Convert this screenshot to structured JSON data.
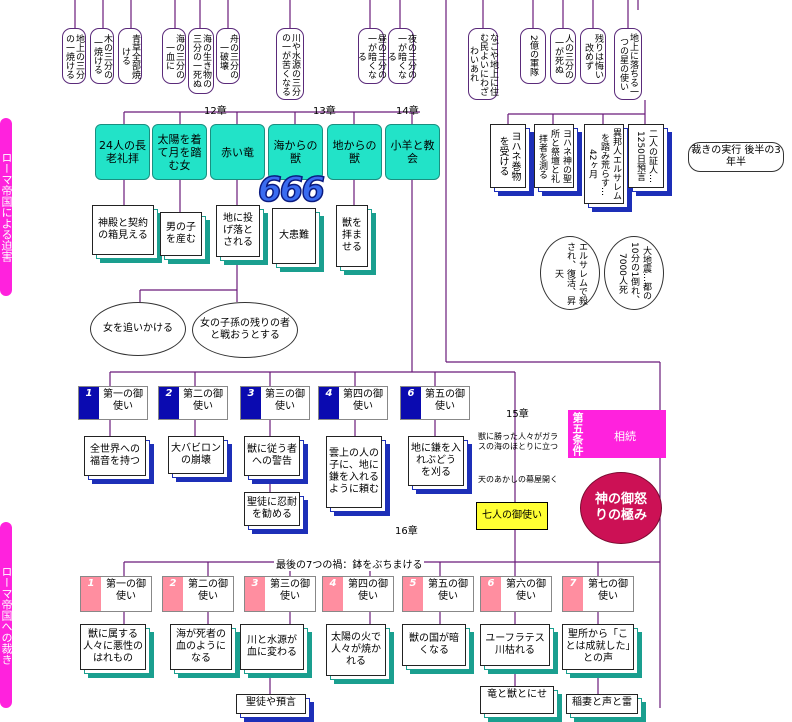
{
  "side_labels": {
    "top": "ローマ帝国による迫害",
    "bottom": "ローマ帝国への裁き"
  },
  "trumpets": [
    "地上の三分の一焼ける",
    "木の三分の一焼ける",
    "青草全部焼ける",
    "海の三分の一血に",
    "海の生き物の三分の一死ぬ",
    "舟の三分の一破壊",
    "川や水源の三分の一が苦くなる",
    "昼の三分の一が暗くなる",
    "夜の三分の一が暗くなる",
    "なごや地上に住む民よいにわざわいあれ",
    "2億の軍隊",
    "人の三分の一が死ぬ",
    "残りは悔い改めず",
    "地上に落ちる一つの星の使い"
  ],
  "chapter_labels": {
    "c12": "12章",
    "c13": "13章",
    "c14": "14章",
    "c15": "15章",
    "c16": "16章"
  },
  "ch11_boxes": [
    "ヨハネ巻物を受ける",
    "ヨハネ神の聖所と祭壇と礼拝者を測る",
    "異邦人エルサレムを踏み荒らす…42ヶ月",
    "二人の証人…1250日預言"
  ],
  "judgment_box": "裁きの実行 後半の3年半",
  "clouds_right": [
    "エルサレムで殺され、復活、昇天",
    "大地震…都の10分の1倒れ、7000人死"
  ],
  "teal_boxes": [
    "24人の長老礼拝",
    "太陽を着て月を踏む女",
    "赤い竜",
    "海からの獣",
    "地からの獣",
    "小羊と教会"
  ],
  "mark": "666",
  "teal_children": [
    "神殿と契約の箱見える",
    "男の子を産む",
    "地に投げ落とされる",
    "大患難",
    "獣を拝ませる"
  ],
  "clouds_left": [
    "女を追いかける",
    "女の子孫の残りの者と戦おうとする"
  ],
  "angels_row1": [
    {
      "num": "1",
      "label": "第一の御使い"
    },
    {
      "num": "2",
      "label": "第二の御使い"
    },
    {
      "num": "3",
      "label": "第三の御使い"
    },
    {
      "num": "4",
      "label": "第四の御使い"
    },
    {
      "num": "6",
      "label": "第五の御使い"
    }
  ],
  "angel_row1_children": [
    "全世界への福音を持つ",
    "大バビロンの崩壊",
    "獣に従う者への警告",
    "雲上の人の子に、地に鎌を入れるように頼む",
    "地に鎌を入れぶどうを刈る"
  ],
  "angel3_extra": "聖徒に忍耐を勧める",
  "fifth_condition": {
    "title": "第五条件",
    "text": "相続"
  },
  "sea_text": "獣に勝った人々がガラスの海のほとりに立つ",
  "tabernacle_text": "天のあかしの幕屋開く",
  "seven_angels": "七人の御使い",
  "wrath": "神の御怒りの極み",
  "bowls_title": "最後の7つの禍：鉢をぶちまける",
  "angels_row2": [
    {
      "num": "1",
      "label": "第一の御使い"
    },
    {
      "num": "2",
      "label": "第二の御使い"
    },
    {
      "num": "3",
      "label": "第三の御使い"
    },
    {
      "num": "4",
      "label": "第四の御使い"
    },
    {
      "num": "5",
      "label": "第五の御使い"
    },
    {
      "num": "6",
      "label": "第六の御使い"
    },
    {
      "num": "7",
      "label": "第七の御使い"
    }
  ],
  "angel_row2_children": [
    "獣に属する人々に悪性のはれもの",
    "海が死者の血のようになる",
    "川と水源が血に変わる",
    "太陽の火で人々が焼かれる",
    "獣の国が暗くなる",
    "ユーフラテス川枯れる",
    "聖所から「ことは成就した」との声"
  ],
  "row2_extra": [
    "聖徒や預言",
    "竜と獣とにせ",
    "稲妻と声と雷"
  ],
  "colors": {
    "teal": "#22e3c8",
    "navy": "#0a0ab0",
    "pink": "#ff8ea0",
    "magenta": "#ff22dd",
    "crimson": "#cc1155",
    "wire": "#6a1b7a",
    "yellow": "#ffff33"
  }
}
